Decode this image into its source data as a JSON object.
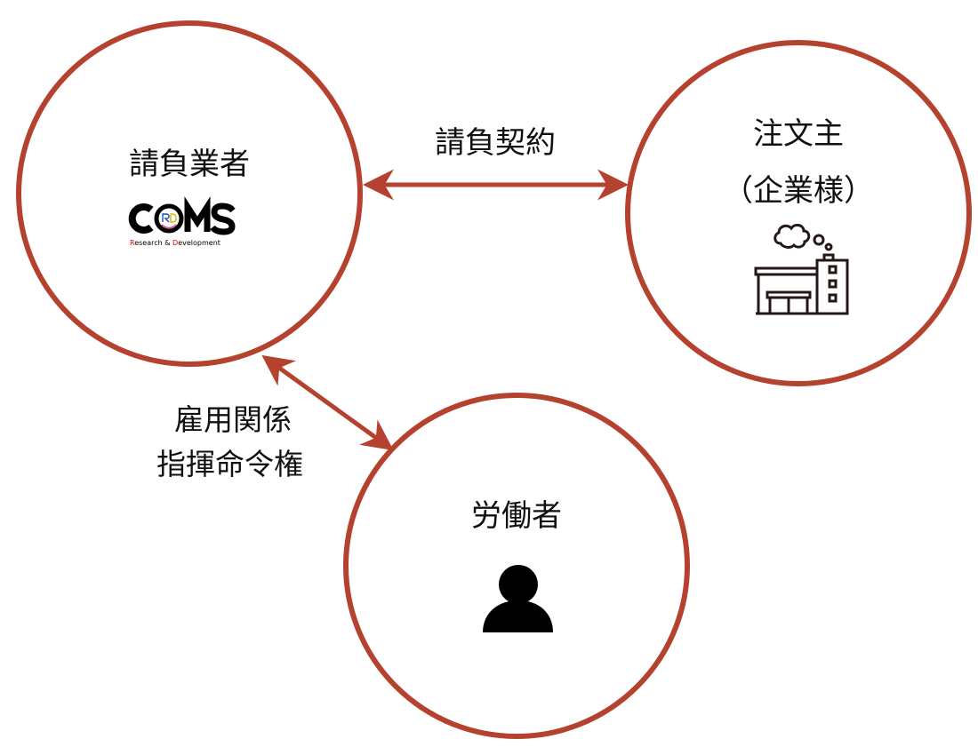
{
  "colors": {
    "accent": "#b5412f",
    "ink": "#231815"
  },
  "nodes": {
    "contractor": {
      "label": "請負業者",
      "logo": {
        "main": "COMS",
        "inner": "RD",
        "subtitle": "Research & Development"
      }
    },
    "client": {
      "label": "注文主",
      "sublabel": "（企業様）",
      "icon": "factory-icon"
    },
    "worker": {
      "label": "労働者",
      "icon": "person-icon"
    }
  },
  "edges": {
    "contract": {
      "label": "請負契約"
    },
    "employment": {
      "line1": "雇用関係",
      "line2": "指揮命令権"
    }
  }
}
